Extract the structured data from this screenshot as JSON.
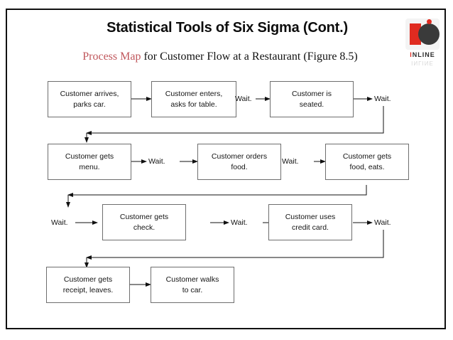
{
  "slide": {
    "title": "Statistical Tools of Six Sigma (Cont.)",
    "subtitle_highlight": "Process Map",
    "subtitle_rest": " for Customer Flow at a Restaurant (Figure 8.5)",
    "border_color": "#111111",
    "background": "#ffffff"
  },
  "logo": {
    "wordmark_i": "I",
    "wordmark_rest": "NLINE",
    "ghost_text": "INLINE",
    "red": "#e02b20",
    "dark": "#3a3a3a"
  },
  "diagram": {
    "type": "flowchart",
    "title": "Process Map for Customer Flow at a Restaurant",
    "wait_label": "Wait.",
    "nodes": [
      {
        "id": "n1",
        "label": "Customer arrives,\nparks car.",
        "line1": "Customer arrives,",
        "line2": "parks car.",
        "row": 1,
        "col": 1
      },
      {
        "id": "n2",
        "label": "Customer enters,\nasks for table.",
        "line1": "Customer enters,",
        "line2": "asks for table.",
        "row": 1,
        "col": 2
      },
      {
        "id": "n3",
        "label": "Customer is\nseated.",
        "line1": "Customer is",
        "line2": "seated.",
        "row": 1,
        "col": 3
      },
      {
        "id": "n4",
        "label": "Customer gets\nmenu.",
        "line1": "Customer gets",
        "line2": "menu.",
        "row": 2,
        "col": 1
      },
      {
        "id": "n5",
        "label": "Customer orders\nfood.",
        "line1": "Customer orders",
        "line2": "food.",
        "row": 2,
        "col": 2
      },
      {
        "id": "n6",
        "label": "Customer gets\nfood, eats.",
        "line1": "Customer gets",
        "line2": "food, eats.",
        "row": 2,
        "col": 3
      },
      {
        "id": "n7",
        "label": "Customer gets\ncheck.",
        "line1": "Customer gets",
        "line2": "check.",
        "row": 3,
        "col": 1
      },
      {
        "id": "n8",
        "label": "Customer uses\ncredit card.",
        "line1": "Customer uses",
        "line2": "credit card.",
        "row": 3,
        "col": 2
      },
      {
        "id": "n9",
        "label": "Customer gets\nreceipt, leaves.",
        "line1": "Customer gets",
        "line2": "receipt, leaves.",
        "row": 4,
        "col": 1
      },
      {
        "id": "n10",
        "label": "Customer walks\nto car.",
        "line1": "Customer walks",
        "line2": "to car.",
        "row": 4,
        "col": 2
      }
    ],
    "waits": [
      {
        "id": "w1",
        "text": "Wait.",
        "between": [
          "n2",
          "n3"
        ]
      },
      {
        "id": "w2",
        "text": "Wait.",
        "after": "n3"
      },
      {
        "id": "w3",
        "text": "Wait.",
        "between": [
          "n4",
          "n5"
        ]
      },
      {
        "id": "w4",
        "text": "Wait.",
        "between": [
          "n5",
          "n6"
        ]
      },
      {
        "id": "w5",
        "text": "Wait.",
        "before": "n7"
      },
      {
        "id": "w6",
        "text": "Wait.",
        "between": [
          "n7",
          "n8"
        ]
      },
      {
        "id": "w7",
        "text": "Wait.",
        "after": "n8"
      }
    ],
    "edges": [
      {
        "from": "n1",
        "to": "n2",
        "kind": "straight"
      },
      {
        "from": "n2",
        "to": "w1",
        "kind": "straight"
      },
      {
        "from": "w1",
        "to": "n3",
        "kind": "straight"
      },
      {
        "from": "n3",
        "to": "w2",
        "kind": "straight"
      },
      {
        "from": "w2",
        "to": "n4",
        "kind": "wrap"
      },
      {
        "from": "n4",
        "to": "w3",
        "kind": "straight"
      },
      {
        "from": "w3",
        "to": "n5",
        "kind": "straight"
      },
      {
        "from": "n5",
        "to": "w4",
        "kind": "straight"
      },
      {
        "from": "w4",
        "to": "n6",
        "kind": "straight"
      },
      {
        "from": "n6",
        "to": "w5",
        "kind": "wrap"
      },
      {
        "from": "w5",
        "to": "n7",
        "kind": "straight"
      },
      {
        "from": "n7",
        "to": "w6",
        "kind": "straight"
      },
      {
        "from": "w6",
        "to": "n8",
        "kind": "straight"
      },
      {
        "from": "n8",
        "to": "w7",
        "kind": "straight"
      },
      {
        "from": "w7",
        "to": "n9",
        "kind": "wrap"
      },
      {
        "from": "n9",
        "to": "n10",
        "kind": "straight"
      }
    ]
  }
}
